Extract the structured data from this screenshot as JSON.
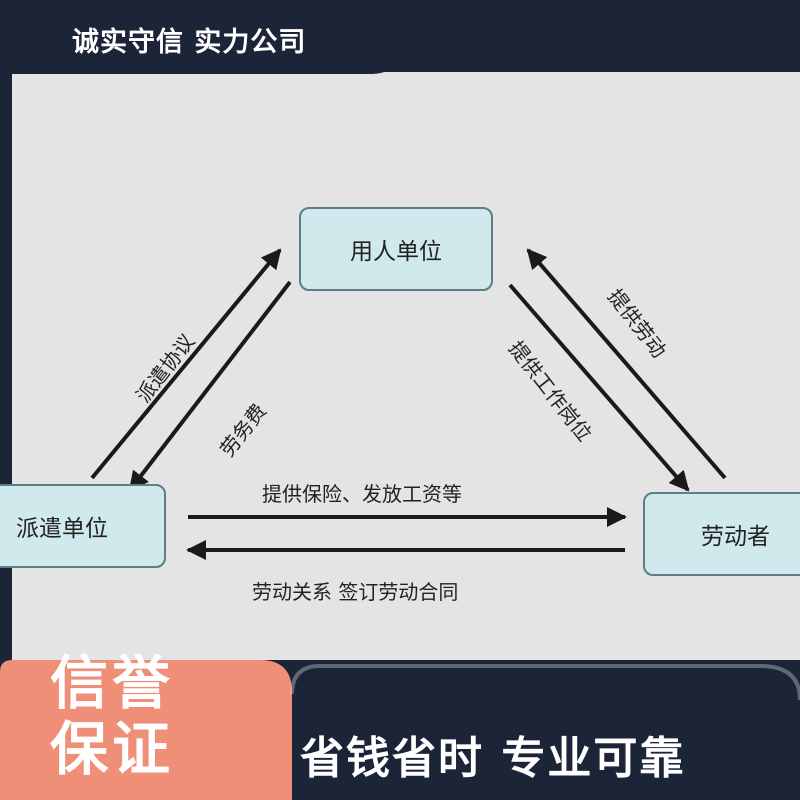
{
  "header": {
    "banner": "诚实守信 实力公司"
  },
  "nodes": {
    "employer": "用人单位",
    "dispatcher": "派遣单位",
    "worker": "劳动者"
  },
  "labels": {
    "dispatch_agreement": "派遣协议",
    "service_fee": "劳务费",
    "provide_labor": "提供劳动",
    "provide_job": "提供工作岗位",
    "insurance_wages": "提供保险、发放工资等",
    "labor_contract": "劳动关系 签订劳动合同"
  },
  "footer": {
    "left_line1": "信誉",
    "left_line2": "保证",
    "right_slogan": "省钱省时  专业可靠"
  },
  "colors": {
    "dark_navy": "#1c2438",
    "salmon": "#f08f77",
    "node_fill": "#cfe9ec",
    "node_border": "#5e7d86",
    "canvas": "#e4e4e4"
  }
}
